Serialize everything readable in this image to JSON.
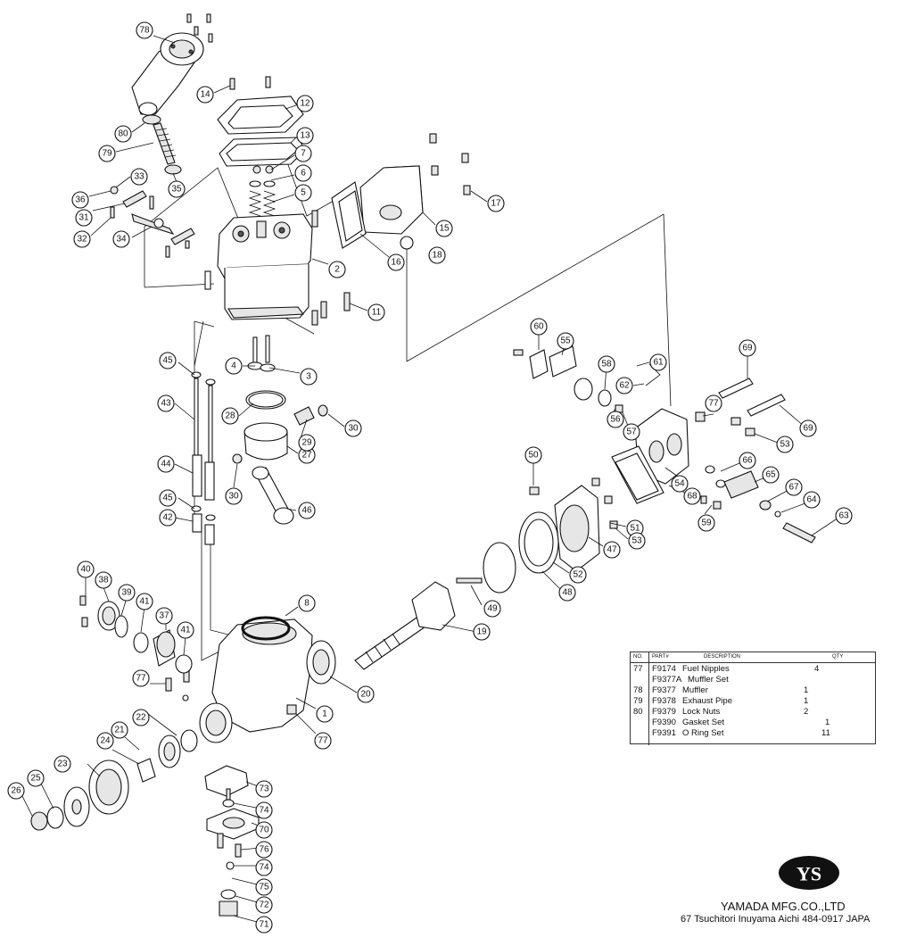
{
  "callouts": [
    "1",
    "2",
    "3",
    "4",
    "5",
    "6",
    "7",
    "8",
    "11",
    "12",
    "13",
    "14",
    "15",
    "16",
    "17",
    "18",
    "19",
    "20",
    "21",
    "22",
    "23",
    "24",
    "25",
    "26",
    "27",
    "28",
    "29",
    "30",
    "30",
    "31",
    "32",
    "33",
    "34",
    "35",
    "36",
    "37",
    "38",
    "39",
    "40",
    "41",
    "41",
    "42",
    "43",
    "44",
    "45",
    "45",
    "46",
    "47",
    "48",
    "49",
    "50",
    "51",
    "52",
    "53",
    "53",
    "54",
    "55",
    "56",
    "57",
    "58",
    "59",
    "60",
    "61",
    "62",
    "63",
    "64",
    "65",
    "66",
    "67",
    "68",
    "69",
    "69",
    "70",
    "71",
    "72",
    "73",
    "74",
    "74",
    "75",
    "76",
    "77",
    "77",
    "77",
    "78",
    "79",
    "80"
  ],
  "table": {
    "headers": {
      "no": "NO.",
      "part": "PART#",
      "desc": "DESCRIPTION",
      "qty": "QTY"
    },
    "rows": [
      {
        "no": "77",
        "part": "F9174",
        "desc": "Fuel Nipples",
        "qty": "4"
      },
      {
        "no": "",
        "part": "F9377A",
        "desc": "Muffler Set",
        "qty": ""
      },
      {
        "no": "78",
        "part": "F9377",
        "desc": "Muffler",
        "qty": "1"
      },
      {
        "no": "79",
        "part": "F9378",
        "desc": "Exhaust Pipe",
        "qty": "1"
      },
      {
        "no": "80",
        "part": "F9379",
        "desc": "Lock Nuts",
        "qty": "2"
      },
      {
        "no": "",
        "part": "F9390",
        "desc": "Gasket Set",
        "qty": "1"
      },
      {
        "no": "",
        "part": "F9391",
        "desc": "O Ring Set",
        "qty": "11"
      }
    ]
  },
  "logo_text": "YS",
  "company": {
    "name": "YAMADA MFG.CO.,LTD",
    "address": "67 Tsuchitori Inuyama Aichi 484-0917 JAPA"
  }
}
